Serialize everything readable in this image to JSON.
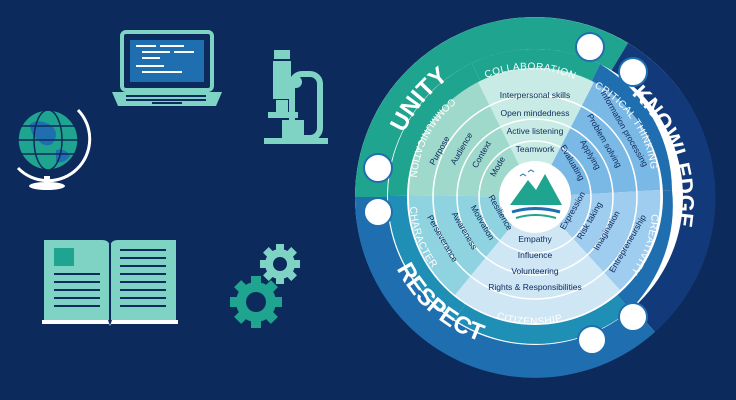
{
  "values": {
    "unity": "UNITY",
    "knowledge": "KNOWLEDGE",
    "respect": "RESPECT"
  },
  "categories": {
    "collaboration": "COLLABORATION",
    "critical_thinking": "CRITICAL THINKING",
    "creativity": "CREATIVITY",
    "citizenship": "CITIZENSHIP",
    "character": "CHARACTER",
    "communication": "COMMUNICATION"
  },
  "skills": {
    "collaboration": [
      "Interpersonal skills",
      "Open mindedness",
      "Active listening",
      "Teamwork"
    ],
    "critical_thinking": [
      "Information processing",
      "Problem solving",
      "Applying",
      "Evaluating"
    ],
    "creativity": [
      "Entrepreneurship",
      "Imagination",
      "Risk taking",
      "Expression"
    ],
    "citizenship": [
      "Rights & Responsibilities",
      "Volunteering",
      "Influence",
      "Empathy"
    ],
    "character": [
      "Perseverance",
      "Awareness",
      "Motivation",
      "Resilience"
    ],
    "communication": [
      "Purpose",
      "Audience",
      "Context",
      "Mode"
    ]
  },
  "colors": {
    "background": "#0d2a5c",
    "teal": "#1fa48f",
    "blue": "#1f6fb0",
    "navy": "#0d2a5c",
    "mint": "#7fd3c4"
  },
  "icons": [
    "laptop-icon",
    "microscope-icon",
    "globe-icon",
    "book-icon",
    "gears-icon",
    "mountain-logo-icon"
  ]
}
